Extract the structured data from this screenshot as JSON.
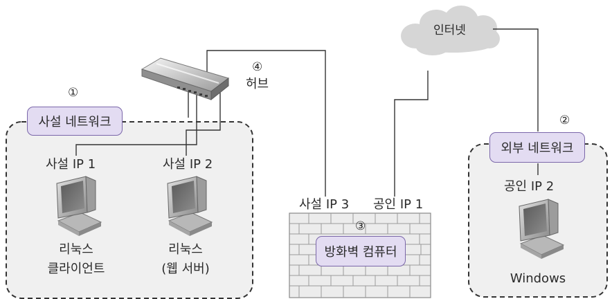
{
  "nodes": {
    "internet": "인터넷",
    "hub": "허브",
    "private_network": "사설 네트워크",
    "external_network": "외부 네트워크",
    "firewall_computer": "방화벽 컴퓨터"
  },
  "markers": {
    "one": "①",
    "two": "②",
    "three": "③",
    "four": "④"
  },
  "ip_labels": {
    "private_ip_1": "사설 IP 1",
    "private_ip_2": "사설 IP 2",
    "private_ip_3": "사설 IP 3",
    "public_ip_1": "공인 IP 1",
    "public_ip_2": "공인 IP 2"
  },
  "hosts": {
    "linux_client_line1": "리눅스",
    "linux_client_line2": "클라이언트",
    "linux_web_line1": "리눅스",
    "linux_web_line2": "(웹 서버)",
    "windows": "Windows"
  },
  "colors": {
    "pill_fill": "#e3dcf2",
    "pill_border": "#7a66a9",
    "zone_fill": "#f0f0f0",
    "zone_border": "#333333",
    "wall_fill": "#ececec",
    "line": "#333333"
  },
  "icons": [
    "cloud-icon",
    "hub-device-icon",
    "computer-icon",
    "brick-wall-icon"
  ]
}
